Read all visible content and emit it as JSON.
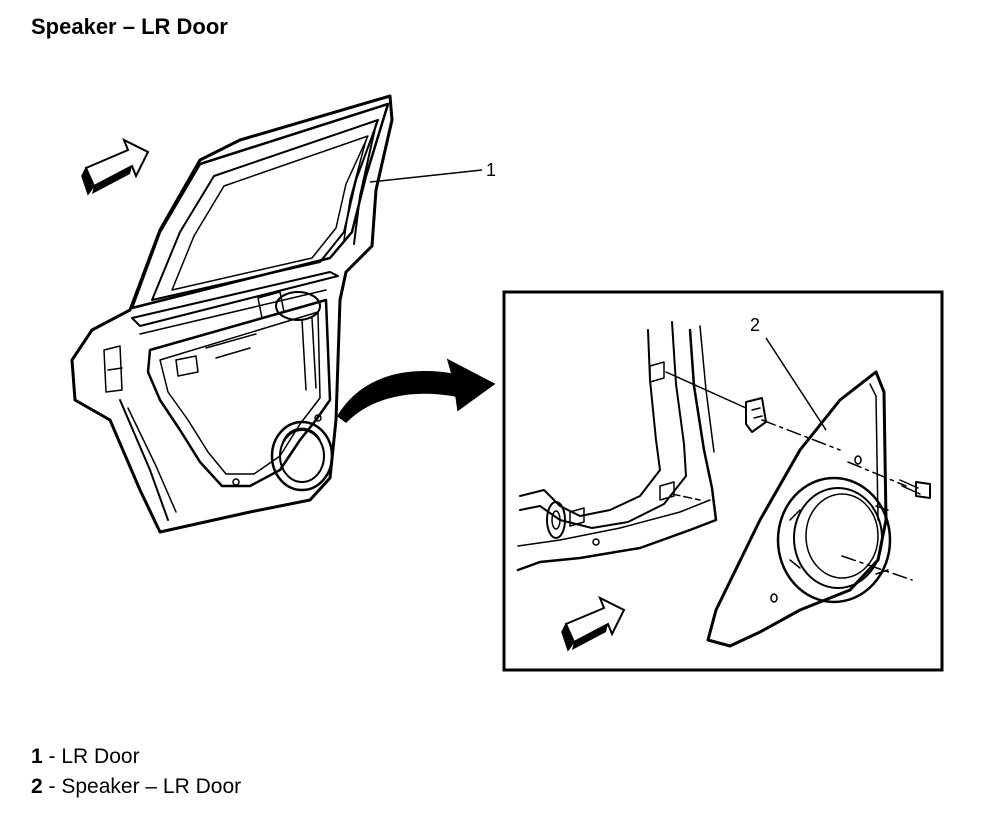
{
  "title": "Speaker – LR Door",
  "callouts": [
    {
      "id": "1",
      "label": "LR Door"
    },
    {
      "id": "2",
      "label": "Speaker – LR Door"
    }
  ],
  "legend_separator": " - ",
  "icons": [
    "front-direction-arrow-icon",
    "detail-view-arrow-icon"
  ],
  "colors": {
    "line": "#000000",
    "background": "#ffffff"
  }
}
